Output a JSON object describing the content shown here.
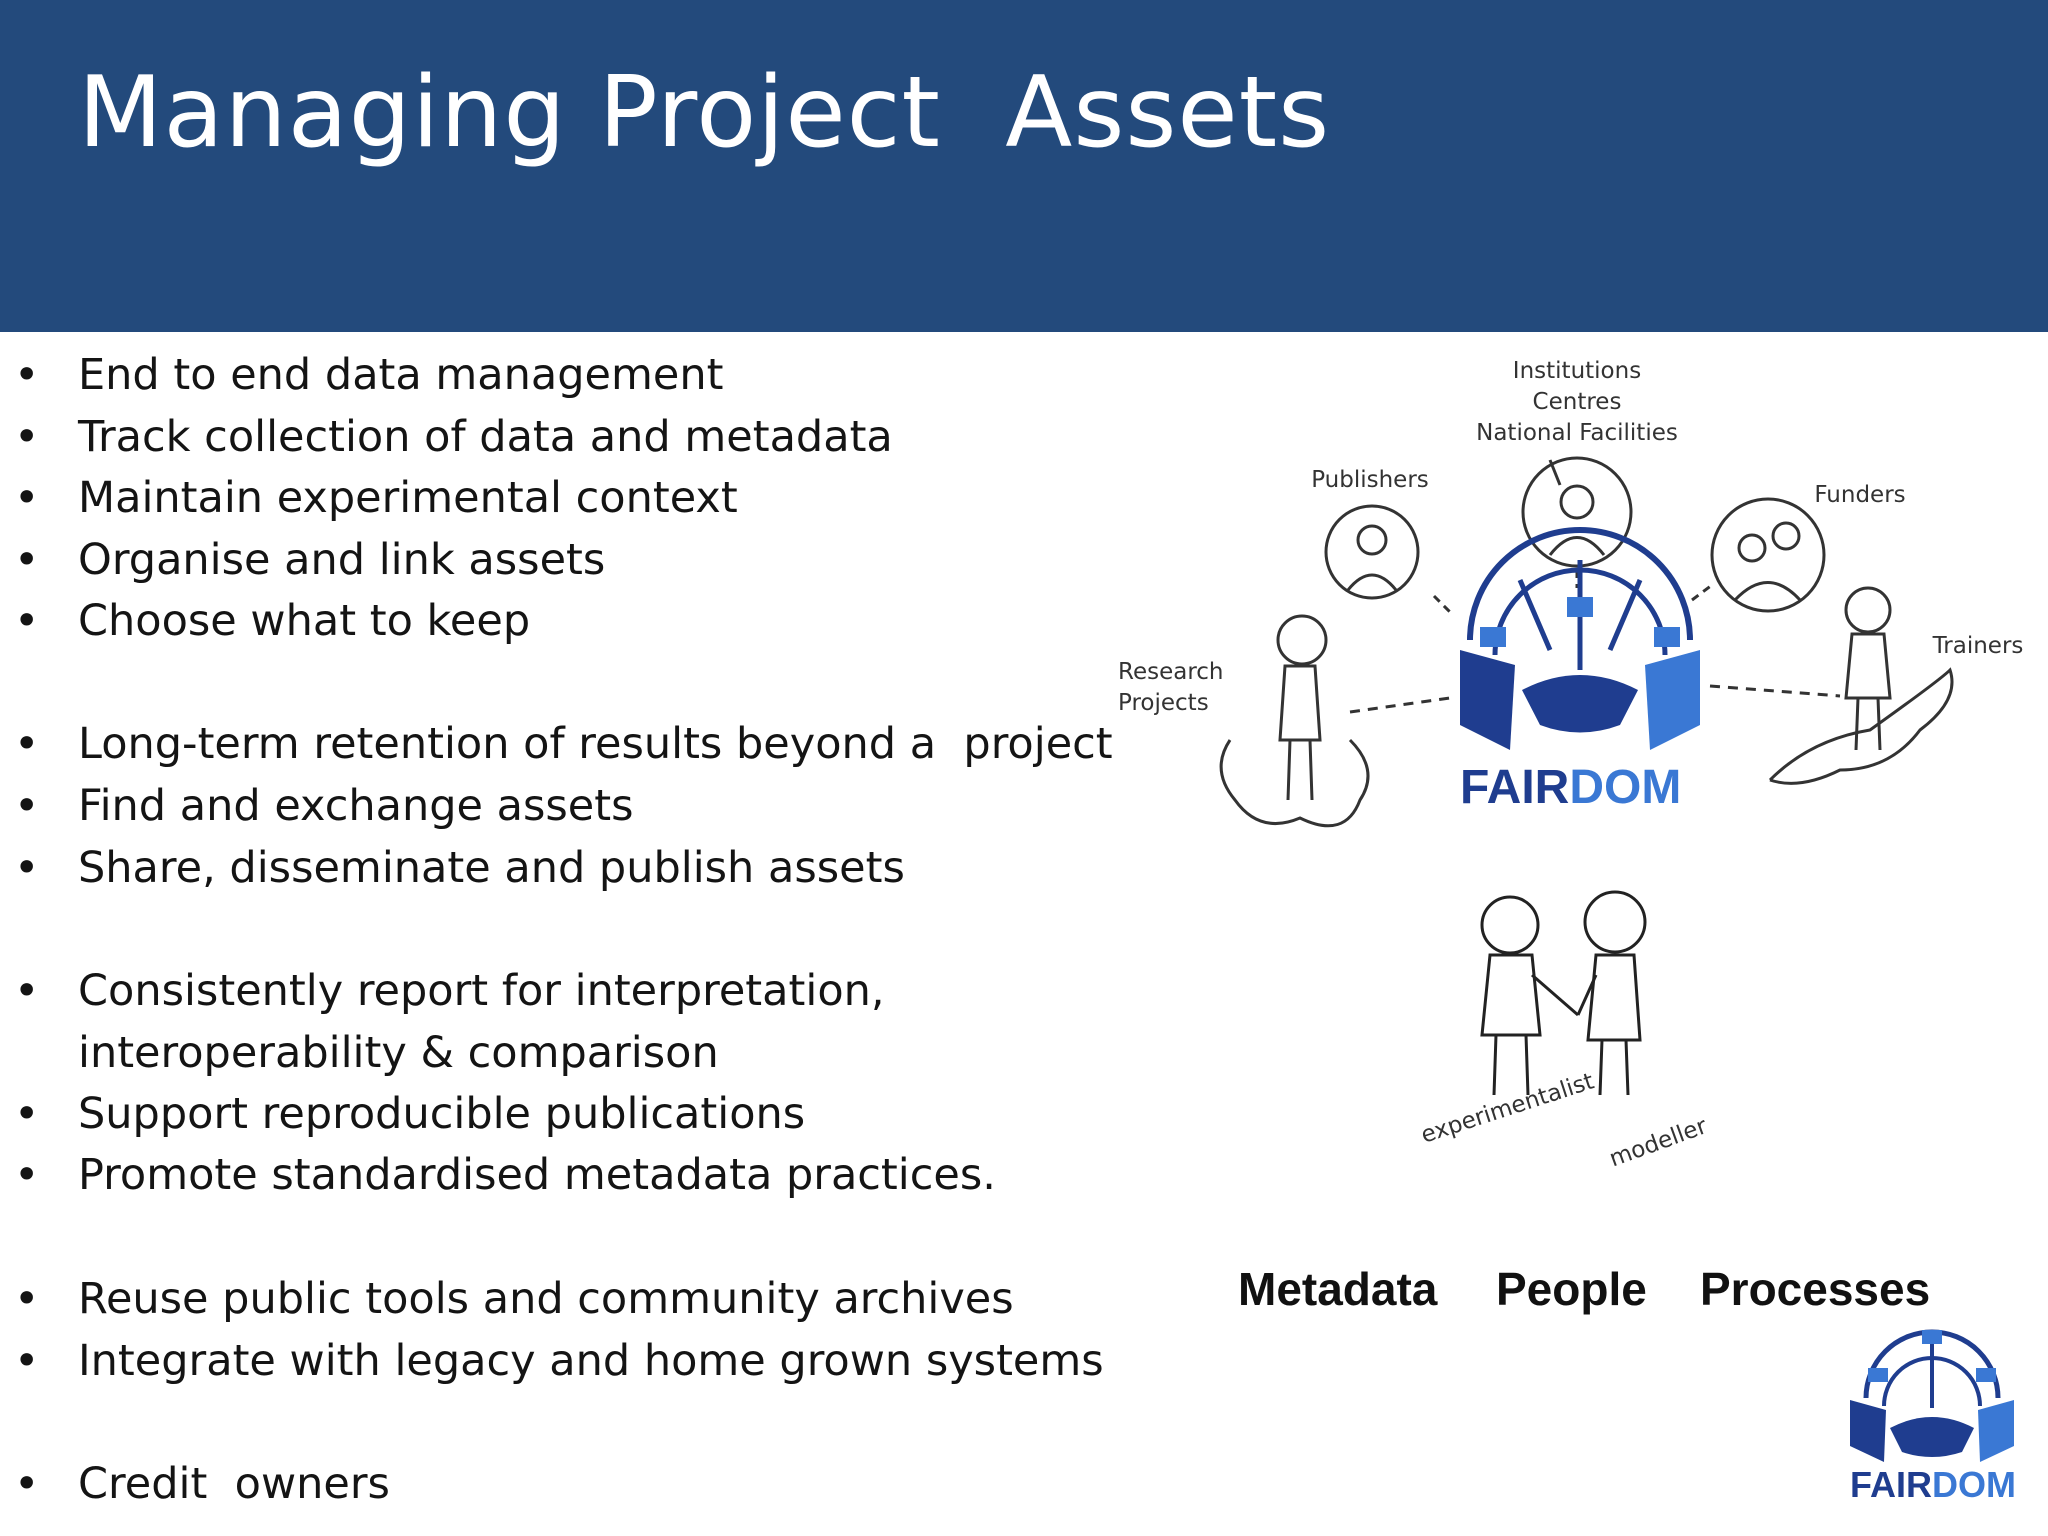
{
  "slide": {
    "title": "Managing Project  Assets"
  },
  "bullets": [
    {
      "text": "End to end data management"
    },
    {
      "text": "Track collection of data and metadata"
    },
    {
      "text": "Maintain experimental context"
    },
    {
      "text": "Organise and link assets"
    },
    {
      "text": "Choose what to keep"
    },
    {
      "text": "Long-term retention of results beyond a  project"
    },
    {
      "text": "Find and exchange assets"
    },
    {
      "text": "Share, disseminate and publish assets"
    },
    {
      "text": "Consistently report for interpretation,\ninteroperability & comparison"
    },
    {
      "text": "Support reproducible publications"
    },
    {
      "text": "Promote standardised metadata practices."
    },
    {
      "text": "Reuse public tools and community archives"
    },
    {
      "text": "Integrate with legacy and home grown systems"
    },
    {
      "text": "Credit  owners"
    }
  ],
  "diagram": {
    "institutions": "Institutions\nCentres\nNational Facilities",
    "publishers": "Publishers",
    "funders": "Funders",
    "research_projects": "Research\nProjects",
    "trainers": "Trainers",
    "logo_fair": "FAIR",
    "logo_dom": "DOM",
    "experimentalist": "experimentalist",
    "modeller": "modeller"
  },
  "footer": {
    "metadata": "Metadata",
    "people": "People",
    "processes": "Processes",
    "logo_fair": "FAIR",
    "logo_dom": "DOM"
  },
  "colors": {
    "banner": "#234a7c",
    "logo_blue": "#1f3d8f",
    "logo_light_blue": "#3a78d4"
  }
}
